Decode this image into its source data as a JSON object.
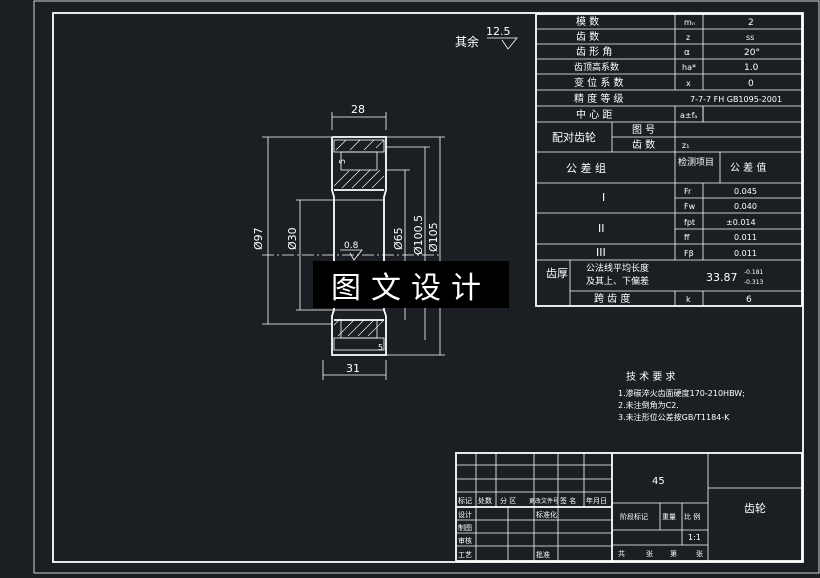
{
  "roughness": {
    "prefix": "其余",
    "value": "12.5"
  },
  "dims": {
    "top_width": "28",
    "bottom_width": "31",
    "d97": "Ø97",
    "d30": "Ø30",
    "d65": "Ø65",
    "d100_5": "Ø100.5",
    "d105": "Ø105",
    "bore_roughness": "0.8",
    "keyway": "5",
    "small_b": "5"
  },
  "param_table": {
    "rows": [
      {
        "label": "模      数",
        "sym": "mₙ",
        "value": "2"
      },
      {
        "label": "齿      数",
        "sym": "z",
        "value": "ss"
      },
      {
        "label": "齿  形  角",
        "sym": "α",
        "value": "20°"
      },
      {
        "label": "齿顶高系数",
        "sym": "ha*",
        "value": "1.0"
      },
      {
        "label": "变 位 系 数",
        "sym": "x",
        "value": "0"
      },
      {
        "label": "精  度  等  级",
        "sym": "",
        "value": "7-7-7  FH  GB1095-2001"
      },
      {
        "label": "中  心  距",
        "sym": "a±fₐ",
        "value": ""
      }
    ],
    "mate_label": "配对齿轮",
    "mate_rows": [
      {
        "label": "图  号",
        "sym": "",
        "value": ""
      },
      {
        "label": "齿  数",
        "sym": "z₁",
        "value": ""
      }
    ],
    "tol_header": {
      "group": "公  差  组",
      "item": "检测项目",
      "value": "公 差 值"
    },
    "tol_rows": [
      {
        "group": "I",
        "sym": "Fr",
        "value": "0.045"
      },
      {
        "group": "",
        "sym": "Fw",
        "value": "0.040"
      },
      {
        "group": "II",
        "sym": "fpt",
        "value": "±0.014"
      },
      {
        "group": "",
        "sym": "ff",
        "value": "0.011"
      },
      {
        "group": "III",
        "sym": "Fβ",
        "value": "0.011"
      }
    ],
    "thickness": {
      "label": "齿厚",
      "desc1": "公法线平均长度",
      "desc2": "及其上、下偏差",
      "value": "33.87",
      "upper": "-0.181",
      "lower": "-0.313"
    },
    "span": {
      "label": "跨  齿  度",
      "sym": "k",
      "value": "6"
    }
  },
  "tech": {
    "title": "技 术 要 求",
    "items": [
      "1.渗碳淬火齿面硬度170-210HBW;",
      "2.未注倒角为C2.",
      "3.未注形位公差按GB/T1184-K"
    ]
  },
  "title_block": {
    "material": "45",
    "name": "齿轮",
    "h_mark": "标记",
    "h_count": "处数",
    "h_zone": "分 区",
    "h_doc": "更改文件号",
    "h_sign": "签 名",
    "h_date": "年月日",
    "design": "设计",
    "std": "标准化",
    "draw": "制图",
    "check": "审核",
    "craft": "工艺",
    "approve": "批准",
    "stage": "阶段标记",
    "weight": "重量",
    "scale_label": "比 例",
    "scale": "1:1",
    "total": "共",
    "sheets": "张",
    "page": "第",
    "sheet2": "张"
  },
  "watermark": "图文设计"
}
